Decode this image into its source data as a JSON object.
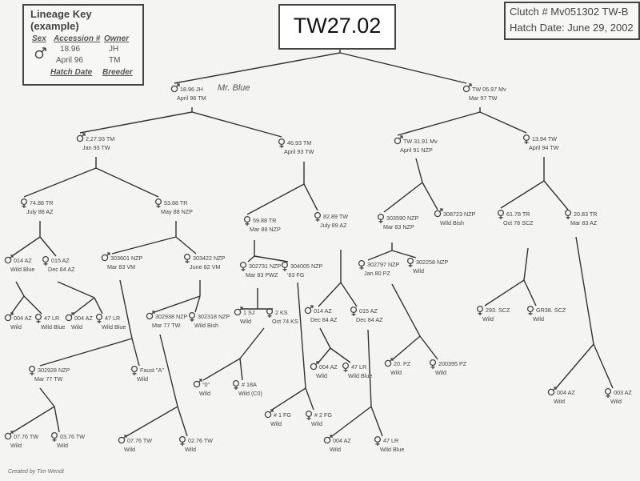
{
  "title": "TW27.02",
  "clutch": {
    "line1": "Clutch # Mv051302 TW-B",
    "line2": "Hatch Date: June 29, 2002"
  },
  "lineage_key": {
    "title": "Lineage Key (example)",
    "h_sex": "Sex",
    "h_accession": "Accession #",
    "h_owner": "Owner",
    "h_hatch": "Hatch Date",
    "h_breeder": "Breeder",
    "v_accession": "18.96",
    "v_owner": "JH",
    "v_hatch": "April 96",
    "v_breeder": "TM"
  },
  "credit": "Created by Tim Wendt",
  "colors": {
    "line": "#333333",
    "male": "#444444",
    "female": "#444444"
  },
  "nodes": [
    {
      "id": "n1",
      "sex": "m",
      "l1": "18.96 JH",
      "l2": "April 96 TM",
      "note": "Mr. Blue"
    },
    {
      "id": "n2",
      "sex": "m",
      "l1": "TW 05.97 Mv",
      "l2": "Mar 97 TW"
    },
    {
      "id": "n3",
      "sex": "m",
      "l1": "2,27.93 TM",
      "l2": "Jan 93 TW"
    },
    {
      "id": "n4",
      "sex": "f",
      "l1": "46.93 TM",
      "l2": "April 93 TW"
    },
    {
      "id": "n5",
      "sex": "m",
      "l1": "TW 31.91 Mv",
      "l2": "April 91 NZP"
    },
    {
      "id": "n6",
      "sex": "f",
      "l1": "13.94 TW",
      "l2": "April 94 TW"
    },
    {
      "id": "n7",
      "sex": "f",
      "l1": "74.88 TR",
      "l2": "July 88 AZ"
    },
    {
      "id": "n8",
      "sex": "f",
      "l1": "53.88 TR",
      "l2": "May 88 NZP"
    },
    {
      "id": "n9",
      "sex": "f",
      "l1": "59.88 TR",
      "l2": "Mar 88 NZP"
    },
    {
      "id": "n10",
      "sex": "f",
      "l1": "82.89 TW",
      "l2": "July 89 AZ"
    },
    {
      "id": "n11",
      "sex": "f",
      "l1": "303590 NZP",
      "l2": "Mar 83 NZP"
    },
    {
      "id": "n12",
      "sex": "m",
      "l1": "308723 NZP",
      "l2": "Wild Bish"
    },
    {
      "id": "n13",
      "sex": "f",
      "l1": "61.78 TR",
      "l2": "Oct 78 SCZ"
    },
    {
      "id": "n14",
      "sex": "f",
      "l1": "20.83 TR",
      "l2": "Mar 83 AZ"
    },
    {
      "id": "n15",
      "sex": "m",
      "l1": "014 AZ",
      "l2": "Wild Blue"
    },
    {
      "id": "n16",
      "sex": "f",
      "l1": "015 AZ",
      "l2": "Dec 84 AZ"
    },
    {
      "id": "n17",
      "sex": "m",
      "l1": "303601 NZP",
      "l2": "Mar 83 VM"
    },
    {
      "id": "n18",
      "sex": "f",
      "l1": "303422 NZP",
      "l2": "June 82 VM"
    },
    {
      "id": "n19",
      "sex": "f",
      "l1": "302731 NZP",
      "l2": "Mar 83 PWZ"
    },
    {
      "id": "n20",
      "sex": "f",
      "l1": "304005 NZP",
      "l2": "'83 FG"
    },
    {
      "id": "n21",
      "sex": "f",
      "l1": "302797 NZP",
      "l2": "Jan 80 PZ"
    },
    {
      "id": "n22",
      "sex": "f",
      "l1": "302258 NZP",
      "l2": "Wild"
    },
    {
      "id": "n23",
      "sex": "m",
      "l1": "004 AZ",
      "l2": "Wild"
    },
    {
      "id": "n24",
      "sex": "f",
      "l1": "47 LR",
      "l2": "Wild Blue"
    },
    {
      "id": "n25",
      "sex": "m",
      "l1": "004 AZ",
      "l2": "Wild"
    },
    {
      "id": "n26",
      "sex": "f",
      "l1": "47 LR",
      "l2": "Wild Blue"
    },
    {
      "id": "n27",
      "sex": "m",
      "l1": "302938 NZP",
      "l2": "Mar 77 TW"
    },
    {
      "id": "n28",
      "sex": "f",
      "l1": "302318 NZP",
      "l2": "Wild Bish"
    },
    {
      "id": "n29",
      "sex": "m",
      "l1": "1 SJ",
      "l2": "Wild"
    },
    {
      "id": "n30",
      "sex": "f",
      "l1": "2 KS",
      "l2": "Oct 74 KS"
    },
    {
      "id": "n31",
      "sex": "m",
      "l1": "014 AZ",
      "l2": "Dec 84 AZ"
    },
    {
      "id": "n32",
      "sex": "f",
      "l1": "015 AZ",
      "l2": "Dec 84 AZ"
    },
    {
      "id": "n33",
      "sex": "f",
      "l1": "293. SCZ",
      "l2": "Wild"
    },
    {
      "id": "n34",
      "sex": "f",
      "l1": "GR38. SCZ",
      "l2": "Wild"
    },
    {
      "id": "n35",
      "sex": "f",
      "l1": "302928 NZP",
      "l2": "Mar 77 TW"
    },
    {
      "id": "n36",
      "sex": "f",
      "l1": "Faust \"A\"",
      "l2": "Wild"
    },
    {
      "id": "n37",
      "sex": "m",
      "l1": "\"0\"",
      "l2": "Wild"
    },
    {
      "id": "n38",
      "sex": "f",
      "l1": "# 18A",
      "l2": "Wild (C0)"
    },
    {
      "id": "n39",
      "sex": "m",
      "l1": "004 AZ",
      "l2": "Wild"
    },
    {
      "id": "n40",
      "sex": "f",
      "l1": "47 LR",
      "l2": "Wild Blue"
    },
    {
      "id": "n41",
      "sex": "m",
      "l1": "20. PZ",
      "l2": "Wild"
    },
    {
      "id": "n42",
      "sex": "f",
      "l1": "200395 PZ",
      "l2": "Wild"
    },
    {
      "id": "n43",
      "sex": "m",
      "l1": "# 1 FG",
      "l2": "Wild"
    },
    {
      "id": "n44",
      "sex": "f",
      "l1": "# 2 FG",
      "l2": "Wild"
    },
    {
      "id": "n45",
      "sex": "m",
      "l1": "004 AZ",
      "l2": "Wild"
    },
    {
      "id": "n46",
      "sex": "f",
      "l1": "003 AZ",
      "l2": "Wild"
    },
    {
      "id": "n47",
      "sex": "m",
      "l1": "07.76 TW",
      "l2": "Wild"
    },
    {
      "id": "n48",
      "sex": "f",
      "l1": "03.76 TW",
      "l2": "Wild"
    },
    {
      "id": "n49",
      "sex": "m",
      "l1": "07.76 TW",
      "l2": "Wild"
    },
    {
      "id": "n50",
      "sex": "f",
      "l1": "02.76 TW",
      "l2": "Wild"
    },
    {
      "id": "n51",
      "sex": "m",
      "l1": "004 AZ",
      "l2": "Wild"
    },
    {
      "id": "n52",
      "sex": "f",
      "l1": "47 LR",
      "l2": "Wild Blue"
    }
  ]
}
